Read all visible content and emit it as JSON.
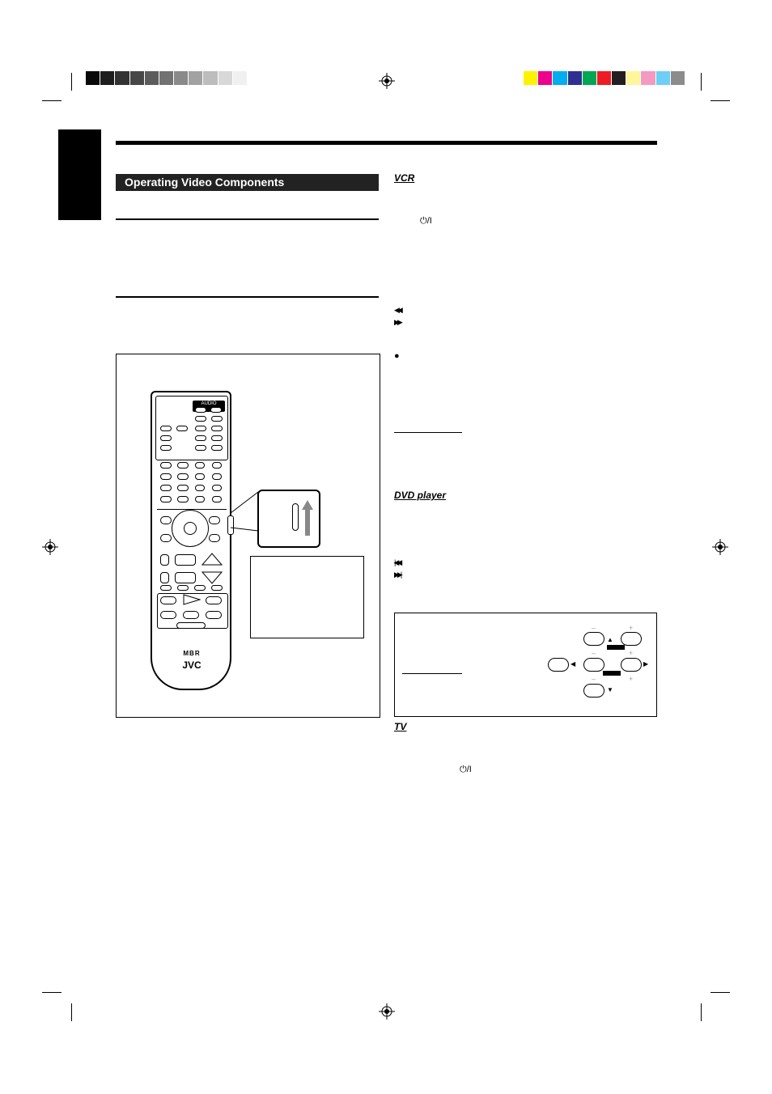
{
  "calibration": {
    "gray_colors": [
      "#0a0a0a",
      "#1e1e1e",
      "#333333",
      "#474747",
      "#5c5c5c",
      "#727272",
      "#8a8a8a",
      "#a2a2a2",
      "#bdbdbd",
      "#d8d8d8",
      "#f0f0f0"
    ],
    "color_colors": [
      "#fff200",
      "#ec008c",
      "#00aeef",
      "#2e3192",
      "#00a651",
      "#ed1c24",
      "#231f20",
      "#fff799",
      "#f49ac1",
      "#6dcff6",
      "#8c8c8c"
    ]
  },
  "section": {
    "title": "Operating Video Components"
  },
  "right_column": {
    "vcr_heading": "VCR",
    "power_glyph": "⏻/I",
    "rewind_glyph": "◀◀",
    "ffwd_glyph": "▶▶",
    "bullet_glyph": "●",
    "dvd_heading": "DVD player",
    "prev_glyph": "|◀◀",
    "next_glyph": "▶▶|",
    "tv_heading": "TV",
    "tv_power_glyph": "⏻/I"
  },
  "remote": {
    "brand": "JVC",
    "sub_brand": "MBR",
    "audio_label": "AUDIO"
  },
  "cursor_diagram": {
    "minus": "–",
    "plus": "+",
    "up": "▲",
    "down": "▼",
    "left": "◀",
    "right": "▶"
  },
  "colors": {
    "section_bar": "#222222",
    "rule": "#000000",
    "accent_gray": "#999999"
  }
}
